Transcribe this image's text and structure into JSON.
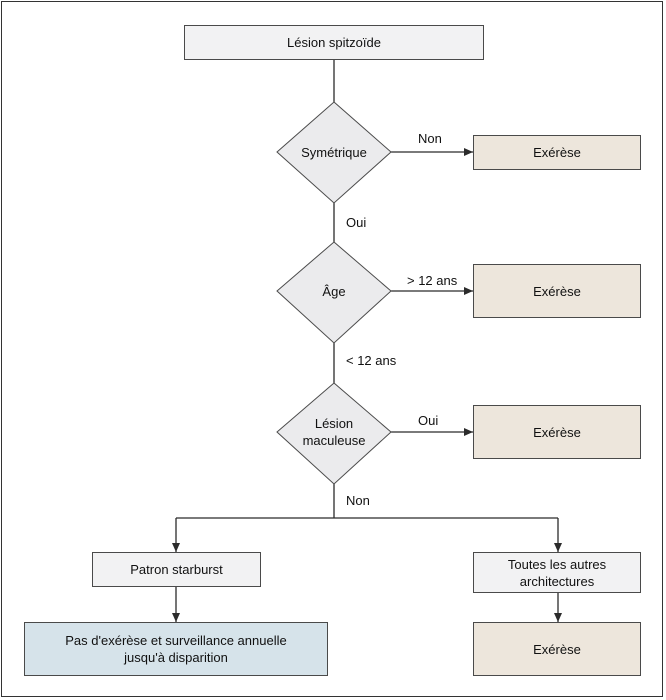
{
  "colors": {
    "line": "#2b2b2b",
    "box_gray": "#f2f2f3",
    "box_beige": "#ede6dc",
    "box_blue": "#d6e3ea",
    "diamond": "#ebebed"
  },
  "nodes": {
    "start": "Lésion spitzoïde",
    "decision_symetrique": "Symétrique",
    "decision_age": "Âge",
    "decision_maculeuse": "Lésion maculeuse",
    "exerese_1": "Exérèse",
    "exerese_2": "Exérèse",
    "exerese_3": "Exérèse",
    "exerese_4": "Exérèse",
    "starburst": "Patron starburst",
    "autres": "Toutes les autres architectures",
    "surveillance": "Pas d'exérèse et surveillance annuelle jusqu'à disparition"
  },
  "edges": {
    "symetrique_non": "Non",
    "symetrique_oui": "Oui",
    "age_plus": "> 12 ans",
    "age_moins": "< 12 ans",
    "maculeuse_oui": "Oui",
    "maculeuse_non": "Non"
  }
}
